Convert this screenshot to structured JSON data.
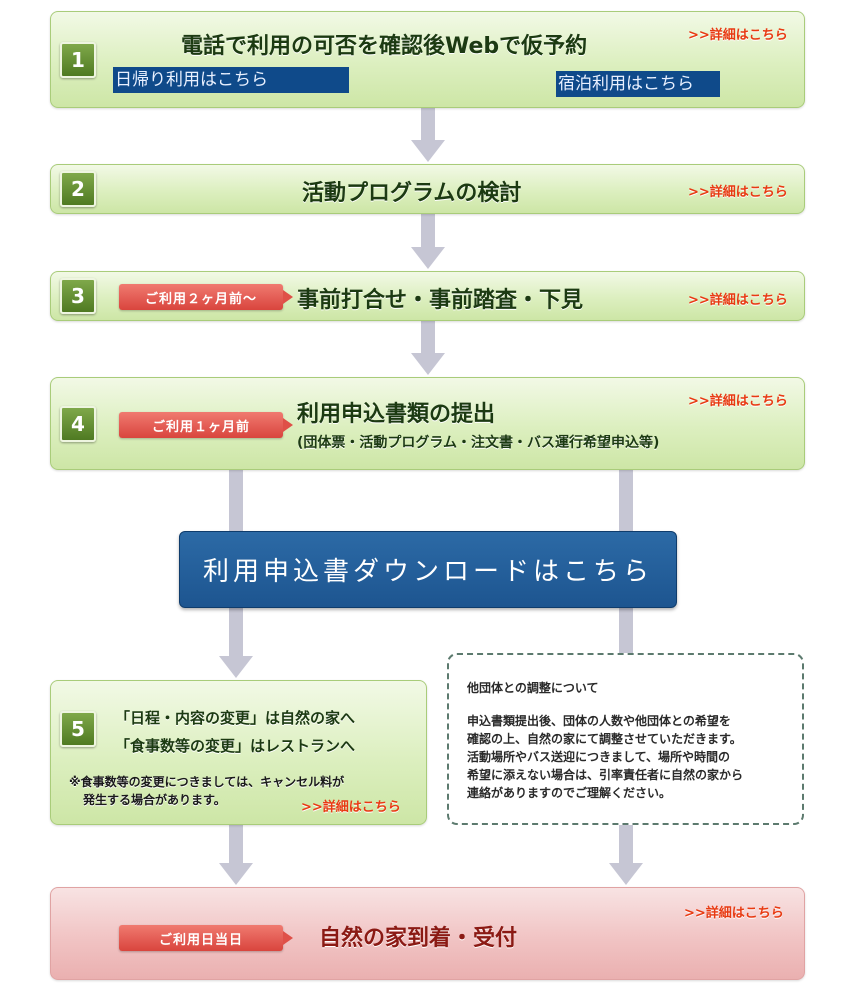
{
  "details_link": ">>詳細はこちら",
  "step1": {
    "number": "1",
    "title": "電話で利用の可否を確認後Webで仮予約",
    "daytrip_button": "日帰り利用はこちら",
    "overnight_button": "宿泊利用はこちら"
  },
  "step2": {
    "number": "2",
    "title": "活動プログラムの検討"
  },
  "step3": {
    "number": "3",
    "timing_tag": "ご利用２ヶ月前～",
    "title": "事前打合せ・事前踏査・下見"
  },
  "step4": {
    "number": "4",
    "timing_tag": "ご利用１ヶ月前",
    "title": "利用申込書類の提出",
    "subtitle": "(団体票・活動プログラム・注文書・バス運行希望申込等)"
  },
  "download_button": "利用申込書ダウンロードはこちら",
  "step5": {
    "number": "5",
    "line1": "「日程・内容の変更」は自然の家へ",
    "line2": "「食事数等の変更」はレストランへ",
    "note_line1": "※食事数等の変更につきましては、キャンセル料が",
    "note_line2": "発生する場合があります。"
  },
  "coordination": {
    "title": "他団体との調整について",
    "lines": [
      "申込書類提出後、団体の人数や他団体との希望を",
      "確認の上、自然の家にて調整させていただきます。",
      "活動場所やバス送迎につきまして、場所や時間の",
      "希望に添えない場合は、引率責任者に自然の家から",
      "連絡がありますのでご理解ください。"
    ]
  },
  "final_step": {
    "timing_tag": "ご利用日当日",
    "title": "自然の家到着・受付"
  }
}
